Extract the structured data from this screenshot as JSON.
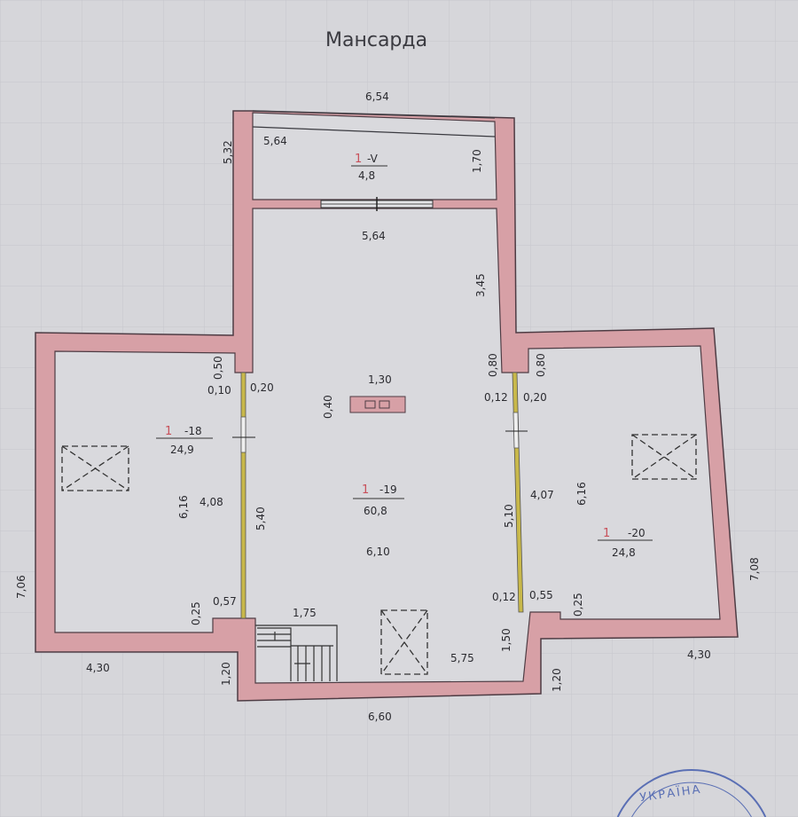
{
  "title": "Мансарда",
  "colors": {
    "paper": "#d6d6da",
    "wall": "#d7a0a6",
    "outline": "#4e3c44",
    "partition": "#c8b84a",
    "mark": "#c8505a"
  },
  "rooms": [
    {
      "no": "1",
      "code": "-V",
      "area": "4,8"
    },
    {
      "no": "1",
      "code": "-18",
      "area": "24,9"
    },
    {
      "no": "1",
      "code": "-19",
      "area": "60,8"
    },
    {
      "no": "1",
      "code": "-20",
      "area": "24,8"
    }
  ],
  "dims": {
    "top_outer": "6,54",
    "top_inner": "5,64",
    "top_mid": "5,64",
    "top_left_h": "5,32",
    "top_room_h": "1,70",
    "center_right_upper": "3,45",
    "l_nub": "0,50",
    "l_gap1": "0,10",
    "l_gap2": "0,20",
    "l_len_a": "6,16",
    "l_len_b": "4,08",
    "l_part": "5,40",
    "l_bottom_nub": "0,25",
    "l_bottom_gap": "0,57",
    "l_outer_h": "7,06",
    "l_bottom_w": "4,30",
    "l_step": "1,20",
    "chimney_w": "1,30",
    "chimney_h": "0,40",
    "center_w": "6,10",
    "stair_w": "1,75",
    "center_bottom_inner": "5,75",
    "bottom_outer": "6,60",
    "r_nub_a": "0,80",
    "r_nub_b": "0,80",
    "r_gap1": "0,12",
    "r_gap2": "0,20",
    "r_len_b": "4,07",
    "r_len_a": "6,16",
    "r_part": "5,10",
    "r_bottom_gap1": "0,12",
    "r_bottom_gap2": "0,55",
    "r_bottom_nub": "0,25",
    "r_step_a": "1,50",
    "r_step_b": "1,20",
    "r_outer_h": "7,08",
    "r_bottom_w": "4,30"
  },
  "stamp": {
    "text": "УКРАЇНА"
  }
}
